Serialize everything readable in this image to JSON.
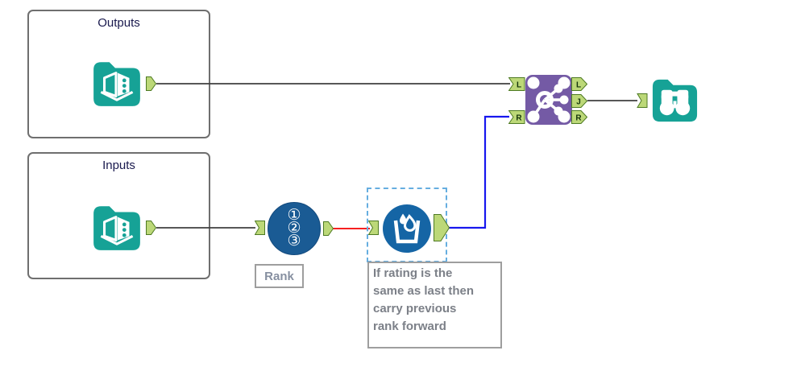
{
  "colors": {
    "teal": "#16A296",
    "rank-blue": "#1A5B94",
    "formula-blue": "#1565A5",
    "join-purple": "#745AA5",
    "anchor-fill": "#BCD878",
    "anchor-border": "#4E7A23",
    "anchor-letter": "#15350B",
    "wire-dark": "#3F3F3F",
    "wire-red": "#F40000",
    "wire-blue": "#1717EE",
    "selection-blue": "#66AEE0",
    "container-border": "#6F6F6F",
    "annotation-gray": "#828282",
    "title-navy": "#1A1A4E"
  },
  "containers": {
    "outputs": {
      "title": "Outputs"
    },
    "inputs": {
      "title": "Inputs"
    }
  },
  "tools": {
    "output_data": {
      "icon": "open-book-data-icon"
    },
    "input_data": {
      "icon": "open-book-data-icon"
    },
    "rank": {
      "digits": [
        "①",
        "②",
        "③"
      ],
      "label": "Rank"
    },
    "multi_row_formula": {
      "icon": "water-bucket-drops-icon",
      "selected": true,
      "annotation": "If rating is the\nsame as last then\ncarry previous\nrank forward"
    },
    "join": {
      "icon": "join-network-icon",
      "left_anchors": [
        "L",
        "R"
      ],
      "right_anchors": [
        "L",
        "J",
        "R"
      ]
    },
    "browse": {
      "icon": "binoculars-icon"
    }
  }
}
